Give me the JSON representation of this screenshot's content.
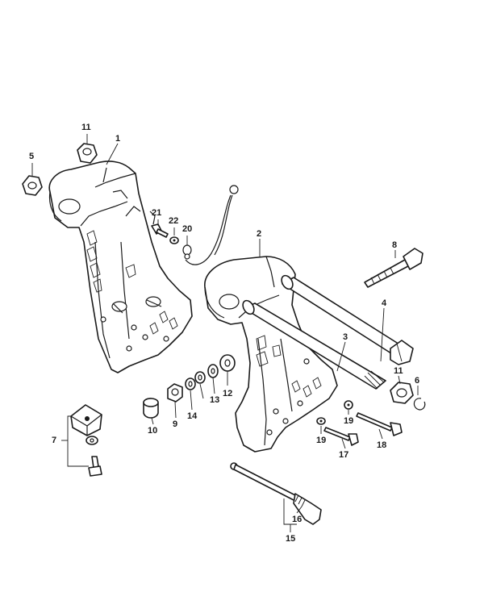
{
  "diagram": {
    "callouts": [
      {
        "id": "c1",
        "text": "1"
      },
      {
        "id": "c2",
        "text": "2"
      },
      {
        "id": "c3",
        "text": "3"
      },
      {
        "id": "c4",
        "text": "4"
      },
      {
        "id": "c5",
        "text": "5"
      },
      {
        "id": "c6",
        "text": "6"
      },
      {
        "id": "c7",
        "text": "7"
      },
      {
        "id": "c8",
        "text": "8"
      },
      {
        "id": "c9",
        "text": "9"
      },
      {
        "id": "c10",
        "text": "10"
      },
      {
        "id": "c11a",
        "text": "11"
      },
      {
        "id": "c11b",
        "text": "11"
      },
      {
        "id": "c12",
        "text": "12"
      },
      {
        "id": "c13",
        "text": "13"
      },
      {
        "id": "c14",
        "text": "14"
      },
      {
        "id": "c15",
        "text": "15"
      },
      {
        "id": "c16",
        "text": "16"
      },
      {
        "id": "c17",
        "text": "17"
      },
      {
        "id": "c18",
        "text": "18"
      },
      {
        "id": "c19a",
        "text": "19"
      },
      {
        "id": "c19b",
        "text": "19"
      },
      {
        "id": "c20",
        "text": "20"
      },
      {
        "id": "c21",
        "text": "21"
      },
      {
        "id": "c22",
        "text": "22"
      }
    ],
    "colors": {
      "ink": "#1a1a1a",
      "paper": "#ffffff"
    }
  }
}
